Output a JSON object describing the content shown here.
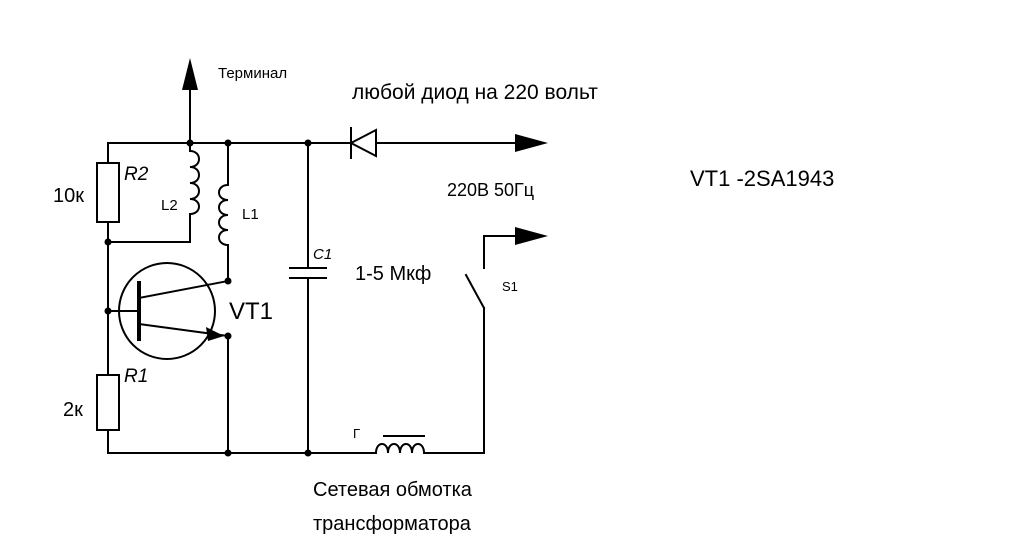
{
  "labels": {
    "terminal": "Терминал",
    "diode_note": "любой диод на 220 вольт",
    "mains": "220В 50Гц",
    "transistor_note": "VT1 -2SA1943",
    "r2_name": "R2",
    "r2_value": "10к",
    "l2_name": "L2",
    "l1_name": "L1",
    "c1_name": "C1",
    "c1_value": "1-5 Мкф",
    "vt1_name": "VT1",
    "s1_name": "S1",
    "r1_name": "R1",
    "r1_value": "2к",
    "t_marker": "Г",
    "winding_line1": "Сетевая обмотка",
    "winding_line2": "трансформатора"
  },
  "colors": {
    "line": "#000000",
    "background": "#ffffff"
  }
}
